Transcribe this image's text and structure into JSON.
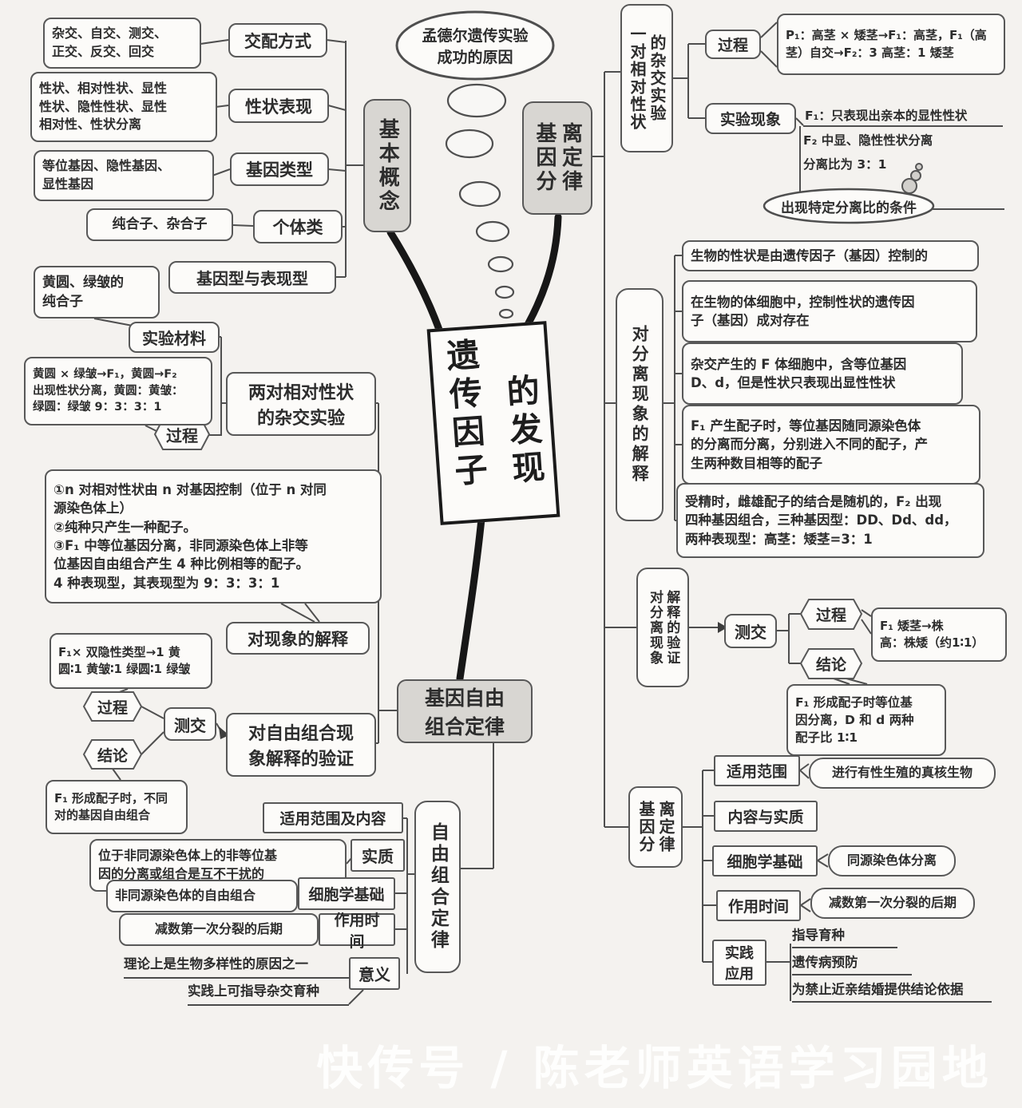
{
  "colors": {
    "background": "#f4f2ef",
    "node_fill": "#fcfbf9",
    "hub_fill": "#d8d6d2",
    "node_border": "#585858",
    "thin_line": "#4f4f4f",
    "thick_line": "#171717",
    "watermark_color": "#ffffff"
  },
  "watermark": "快传号 / 陈老师英语学习园地",
  "nodes": {
    "title": {
      "c1": "遗传因子",
      "c2": "的发现"
    },
    "mendel_ellipse": [
      "孟德尔遗传实验",
      "成功的原因"
    ],
    "basic_hub": "基本概念",
    "mating_detail": [
      "杂交、自交、测交、",
      "正交、反交、回交"
    ],
    "mating_label": "交配方式",
    "trait_detail": [
      "性状、相对性状、显性",
      "性状、隐性性状、显性",
      "相对性、性状分离"
    ],
    "trait_label": "性状表现",
    "gene_detail": [
      "等位基因、隐性基因、",
      "显性基因"
    ],
    "gene_label": "基因类型",
    "zygote_detail": "纯合子、杂合子",
    "individual_label": "个体类",
    "genotype_label": "基因型与表现型",
    "material_detail": [
      "黄圆、绿皱的",
      "纯合子"
    ],
    "material_label": "实验材料",
    "dihybrid_process_detail": [
      "黄圆 × 绿皱→F₁，黄圆→F₂",
      "出现性状分离，黄圆：黄皱：",
      "绿圆：绿皱 9：3：3：1"
    ],
    "dihybrid_process_label": "过程",
    "dihybrid_hub": [
      "两对相对性状",
      "的杂交实验"
    ],
    "explain_detail": [
      "①n 对相对性状由 n 对基因控制（位于 n 对同",
      "源染色体上）",
      "②纯种只产生一种配子。",
      "③F₁ 中等位基因分离，非同源染色体上非等",
      "位基因自由组合产生 4 种比例相等的配子。",
      "4 种表现型，其表现型为 9：3：3：1"
    ],
    "explain_label": "对现象的解释",
    "testcross_l_detail": [
      "F₁× 双隐性类型→1 黄",
      "圆∶1 黄皱∶1 绿圆∶1 绿皱"
    ],
    "process_l_label": "过程",
    "conclusion_l_label": "结论",
    "testcross_l": "测交",
    "conclusion_l_detail": [
      "F₁ 形成配子时，不同",
      "对的基因自由组合"
    ],
    "verify_free_hub": [
      "对自由组合现",
      "象解释的验证"
    ],
    "free_law_hub": [
      "基因自由",
      "组合定律"
    ],
    "free_law_vert": "自由组合定律",
    "scope_content_label": "适用范围及内容",
    "essence_detail": [
      "位于非同源染色体上的非等位基",
      "因的分离或组合是互不干扰的"
    ],
    "essence_label": "实质",
    "cyto_detail_b": "非同源染色体的自由组合",
    "cyto_label_b": "细胞学基础",
    "time_detail_b": "减数第一次分裂的后期",
    "time_label_b": "作用时间",
    "meaning_item1": "理论上是生物多样性的原因之一",
    "meaning_item2": "实践上可指导杂交育种",
    "meaning_label": "意义",
    "seg_law_hub": [
      "基因分",
      "离定律"
    ],
    "one_pair_hub": [
      "一对相对性状",
      "的杂交实验"
    ],
    "process_tr_label": "过程",
    "process_tr_detail": [
      "P₁：高茎 × 矮茎→F₁：高茎，F₁（高",
      "茎）自交→F₂：3 高茎：1 矮茎"
    ],
    "phenomenon_label": "实验现象",
    "phenomenon_l1": "F₁：只表现出亲本的显性性状",
    "phenomenon_l2": "F₂ 中显、隐性性状分离",
    "phenomenon_l3": "分离比为 3：1",
    "condition_ellipse": "出现特定分离比的条件",
    "seg_explain_label": "对分离现象的解释",
    "seg_explain_1": "生物的性状是由遗传因子（基因）控制的",
    "seg_explain_2": [
      "在生物的体细胞中，控制性状的遗传因",
      "子（基因）成对存在"
    ],
    "seg_explain_3": [
      "杂交产生的 F 体细胞中，含等位基因",
      "D、d，但是性状只表现出显性性状"
    ],
    "seg_explain_4": [
      "F₁ 产生配子时，等位基因随同源染色体",
      "的分离而分离，分别进入不同的配子，产",
      "生两种数目相等的配子"
    ],
    "seg_explain_5": [
      "受精时，雌雄配子的结合是随机的，F₂ 出现",
      "四种基因组合，三种基因型：DD、Dd、dd，",
      "两种表现型：高茎：矮茎=3：1"
    ],
    "seg_verify_label": [
      "对分离现象",
      "解释的验证"
    ],
    "testcross_r": "测交",
    "process_r_label": "过程",
    "process_r_detail": [
      "F₁ 矮茎→株",
      "高：株矮（约1∶1）"
    ],
    "conclusion_r_label": "结论",
    "conclusion_r_detail": [
      "F₁ 形成配子时等位基",
      "因分离，D 和 d 两种",
      "配子比 1∶1"
    ],
    "seg_law_b_label": [
      "基因分",
      "离定律"
    ],
    "scope_r_label": "适用范围",
    "scope_r_detail": "进行有性生殖的真核生物",
    "content_r_label": "内容与实质",
    "cyto_r_label": "细胞学基础",
    "cyto_r_detail": "同源染色体分离",
    "time_r_label": "作用时间",
    "time_r_detail": "减数第一次分裂的后期",
    "practice_label": [
      "实践",
      "应用"
    ],
    "practice_item1": "指导育种",
    "practice_item2": "遗传病预防",
    "practice_item3": "为禁止近亲结婚提供结论依据"
  }
}
